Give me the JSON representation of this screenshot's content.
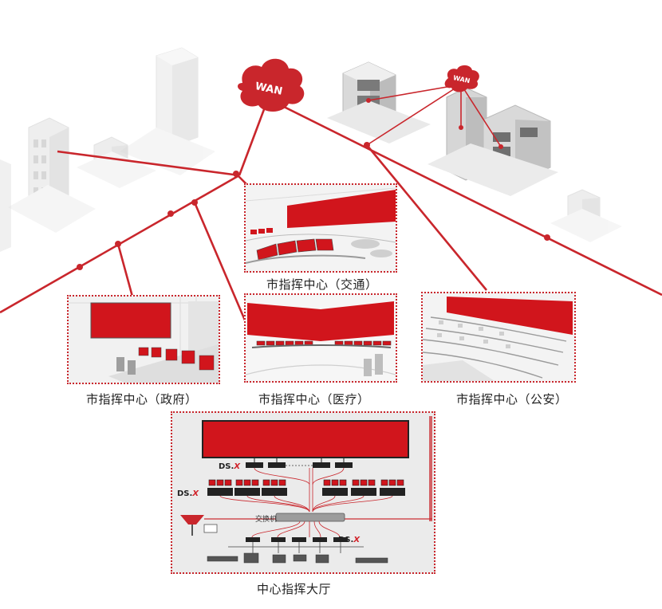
{
  "network": {
    "wan_main": "WAN",
    "wan_small": "WAN"
  },
  "centers": {
    "traffic": "市指挥中心（交通）",
    "government": "市指挥中心（政府）",
    "medical": "市指挥中心（医疗）",
    "police": "市指挥中心（公安）",
    "central": "中心指挥大厅"
  },
  "central_hall": {
    "brand_prefix": "DS.",
    "brand_suffix": "X",
    "switch_label": "交换机"
  },
  "colors": {
    "accent": "#c9262c",
    "screen": "#d1151c"
  }
}
